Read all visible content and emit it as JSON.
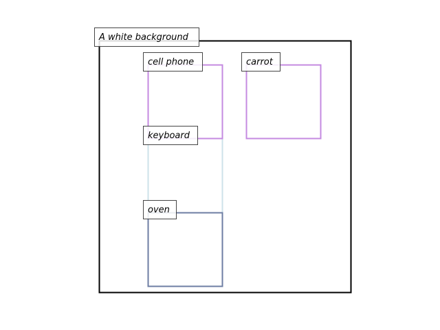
{
  "scene": {
    "caption": "A white background",
    "frame_color": "#000000"
  },
  "objects": [
    {
      "label": "cell phone",
      "color": "#c48ae0"
    },
    {
      "label": "carrot",
      "color": "#c48ae0"
    },
    {
      "label": "keyboard",
      "color": "#cde2ea"
    },
    {
      "label": "oven",
      "color": "#6d7da3"
    }
  ]
}
